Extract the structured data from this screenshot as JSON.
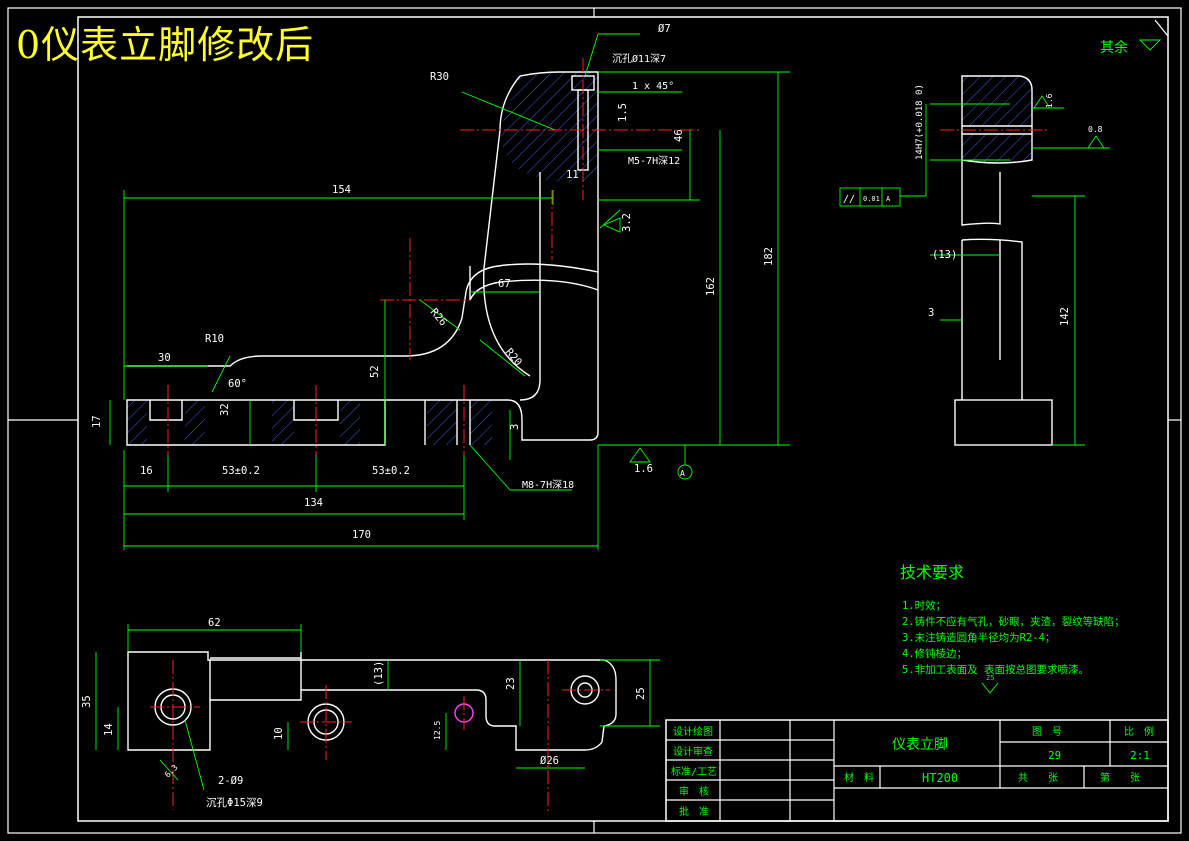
{
  "overlay_title": "0仪表立脚修改后",
  "colors": {
    "background": "#000000",
    "outline": "#ffffff",
    "dimension": "#00ff00",
    "center": "#ff2020",
    "hatch": "#3a5ad8",
    "text": "#ffff2a",
    "magenta": "#ff40ff"
  },
  "front_view": {
    "dims": [
      "154",
      "67",
      "30",
      "R10",
      "60°",
      "32",
      "17",
      "52",
      "R26",
      "R20",
      "R30",
      "16",
      "53±0.2",
      "53±0.2",
      "134",
      "170",
      "162",
      "182",
      "46",
      "11",
      "1.5",
      "3.2",
      "Ø7",
      "3",
      "1.6"
    ],
    "notes": {
      "counterbore": "沉孔Ø11深7",
      "chamfer": "1 x 45°",
      "thread_top": "M5-7H深12",
      "thread_bottom": "M8-7H深18",
      "datum": "A"
    }
  },
  "side_view": {
    "dims": [
      "(13)",
      "3",
      "142",
      "14H7(+0.018 0)",
      "1.6",
      "0.8"
    ],
    "tolerance": {
      "symbol": "//",
      "value": "0.01",
      "datum": "A"
    }
  },
  "top_view": {
    "dims": [
      "62",
      "35",
      "14",
      "10",
      "12.5",
      "(13)",
      "23",
      "25",
      "Ø26",
      "6.3"
    ],
    "notes": {
      "holes": "2-Ø9",
      "counterbore": "沉孔Φ15深9"
    }
  },
  "surface_note": {
    "text": "其余",
    "symbol": "▽"
  },
  "tech_requirements": {
    "title": "技术要求",
    "items": [
      "1.时效；",
      "2.铸件不应有气孔，砂眼，夹渣，裂纹等缺陷；",
      "3.未注铸造圆角半径均为R2-4；",
      "4.修钝棱边；",
      "5.非加工表面及      表面按总图要求喷漆。"
    ],
    "inline_roughness": "25"
  },
  "title_block": {
    "part_name": "仪表立脚",
    "drawing_no_label": "图　号",
    "drawing_no": "29",
    "scale_label": "比　例",
    "scale": "2:1",
    "material_label": "材　料",
    "material": "HT200",
    "total_sheets_label": "共　　张",
    "sheet_label": "第　　张",
    "rows": [
      "设计绘图",
      "设计审查",
      "标准/工艺",
      "审　核",
      "批　准"
    ]
  }
}
